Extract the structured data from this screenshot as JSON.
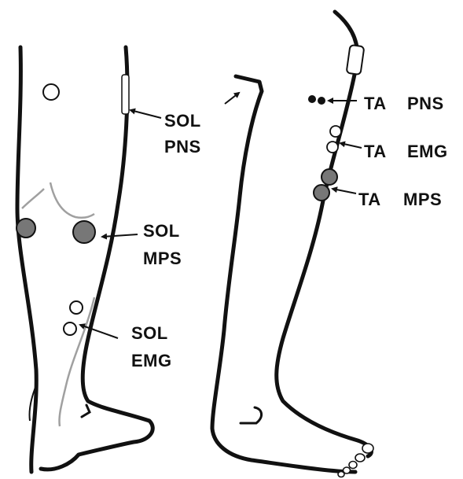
{
  "labels": {
    "sol_pns": {
      "line1": "SOL",
      "line2": "PNS"
    },
    "sol_mps": {
      "line1": "SOL",
      "line2": "MPS"
    },
    "sol_emg": {
      "line1": "SOL",
      "line2": "EMG"
    },
    "ta_pns": {
      "muscle": "TA",
      "method": "PNS"
    },
    "ta_emg": {
      "muscle": "TA",
      "method": "EMG"
    },
    "ta_mps": {
      "muscle": "TA",
      "method": "MPS"
    }
  },
  "colors": {
    "outline": "#111111",
    "grey_line": "#a0a0a0",
    "mps_fill": "#777777",
    "pns_fill": "#111111",
    "emg_fill": "#ffffff"
  }
}
